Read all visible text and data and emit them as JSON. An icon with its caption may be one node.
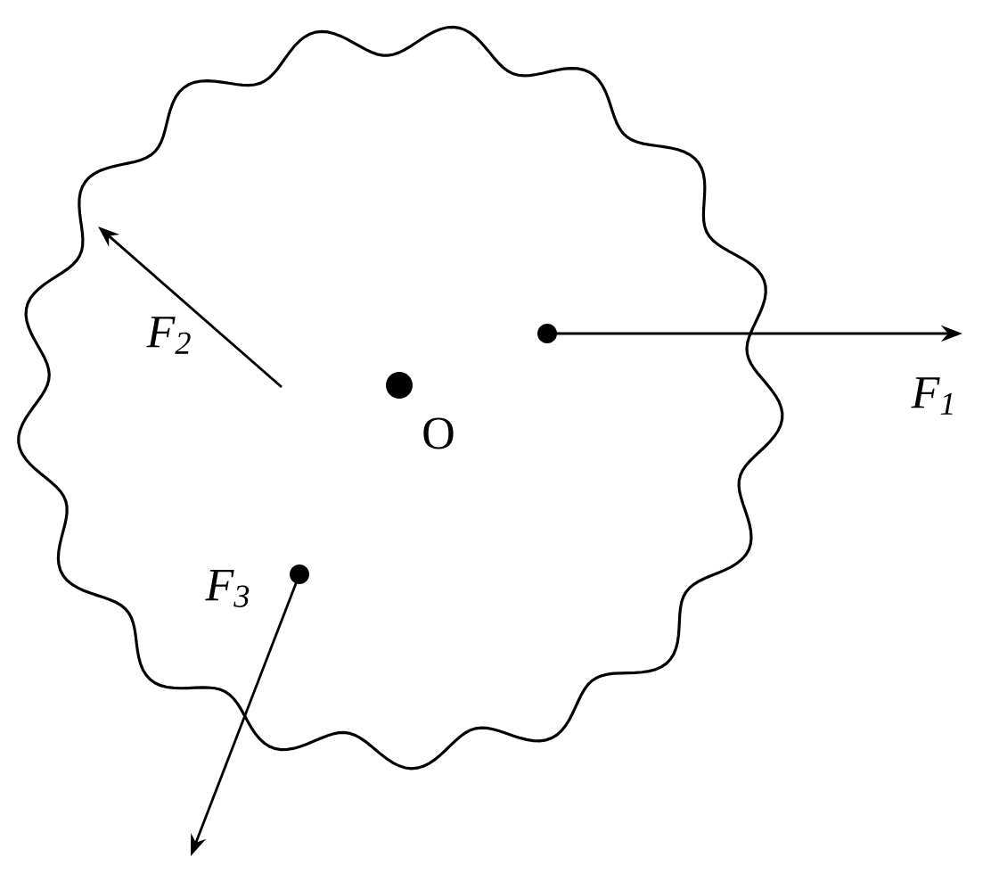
{
  "diagram": {
    "labels": [
      "F$_{2}$",
      "O",
      "F$_{1}$",
      "F$_{3}$"
    ]
  }
}
